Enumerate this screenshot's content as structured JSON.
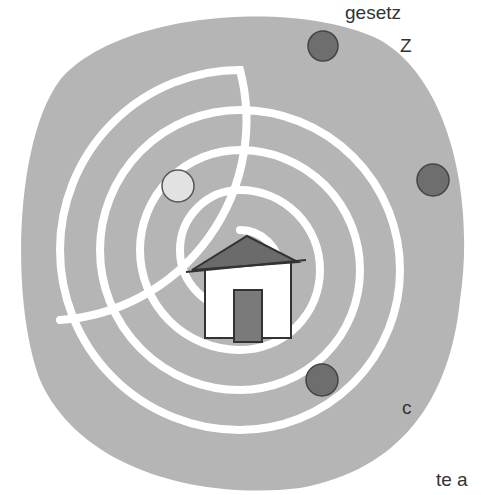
{
  "diagram": {
    "labels": [
      "gesetz",
      "Z",
      "c",
      "te a"
    ]
  }
}
